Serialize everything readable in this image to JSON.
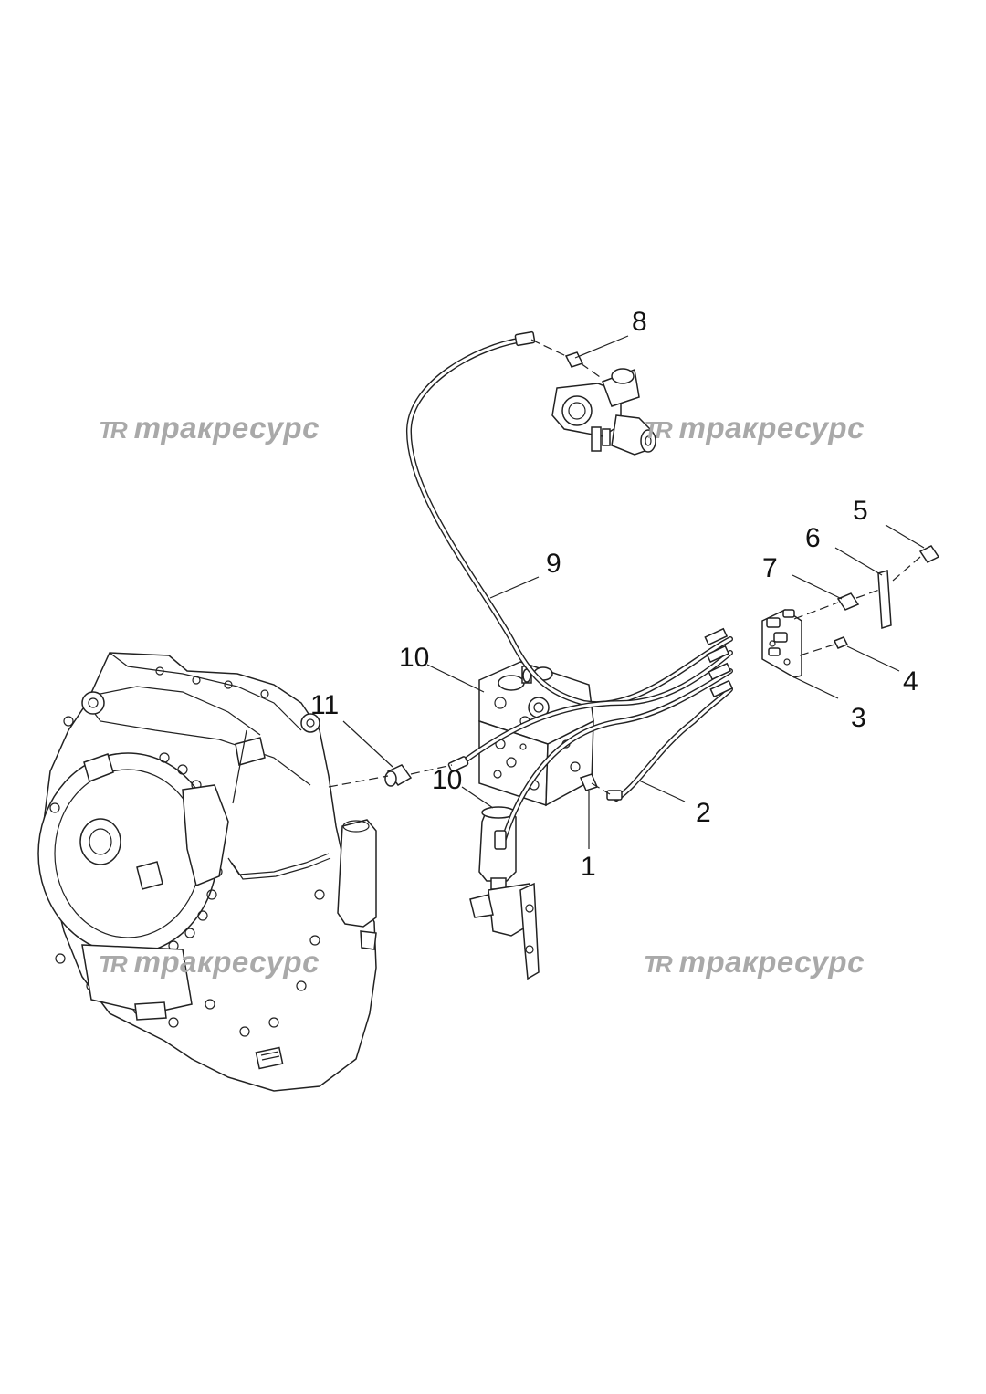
{
  "watermark": {
    "logo": "TR",
    "text": "тракресурс"
  },
  "callouts": [
    {
      "id": "c1",
      "label": "1"
    },
    {
      "id": "c2",
      "label": "2"
    },
    {
      "id": "c3",
      "label": "3"
    },
    {
      "id": "c4",
      "label": "4"
    },
    {
      "id": "c5",
      "label": "5"
    },
    {
      "id": "c6",
      "label": "6"
    },
    {
      "id": "c7",
      "label": "7"
    },
    {
      "id": "c8",
      "label": "8"
    },
    {
      "id": "c9",
      "label": "9"
    },
    {
      "id": "c10a",
      "label": "10"
    },
    {
      "id": "c10b",
      "label": "10"
    },
    {
      "id": "c11",
      "label": "11"
    }
  ],
  "colors": {
    "line": "#222222",
    "watermark": "#a9a9a9",
    "background": "#ffffff"
  }
}
